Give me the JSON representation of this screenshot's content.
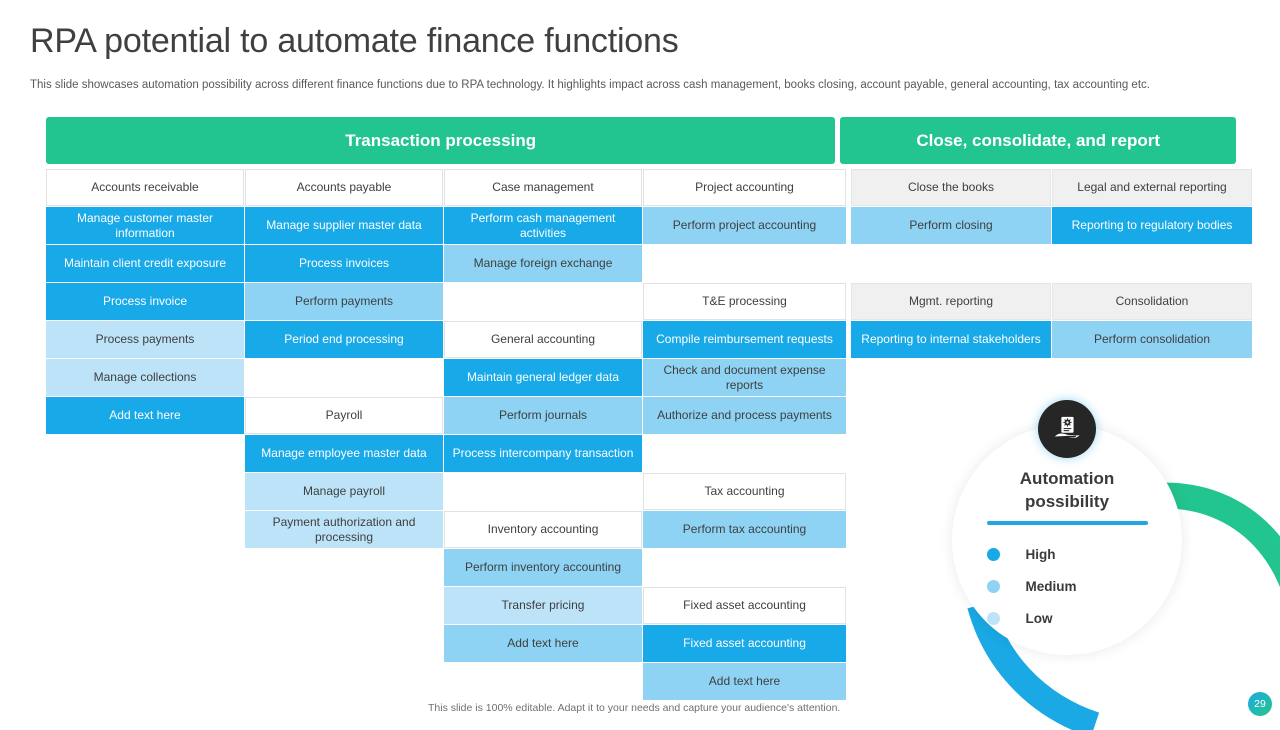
{
  "slide": {
    "title": "RPA potential to automate finance functions",
    "subtitle": "This slide showcases automation possibility across different finance functions due to RPA technology. It highlights impact across cash management, books closing, account payable, general accounting, tax accounting etc.",
    "footer_note": "This slide is 100% editable. Adapt it to your needs and capture your audience's attention.",
    "page_number": "29"
  },
  "colors": {
    "green_header": "#22c58f",
    "high": "#17a9e8",
    "medium": "#8ed3f4",
    "low": "#bce3f8",
    "header_white": "#ffffff",
    "header_gray": "#f0f0f0",
    "accent_underline": "#21a8e0",
    "icon_circle": "#262626"
  },
  "groups": [
    {
      "label": "Transaction processing"
    },
    {
      "label": "Close, consolidate, and report"
    }
  ],
  "columns": [
    {
      "group": 0,
      "header": "Accounts receivable",
      "header_style": "head-white",
      "cells": [
        {
          "text": "Manage customer master information",
          "level": "high"
        },
        {
          "text": "Maintain client credit exposure",
          "level": "high"
        },
        {
          "text": "Process invoice",
          "level": "high"
        },
        {
          "text": "Process payments",
          "level": "low"
        },
        {
          "text": "Manage collections",
          "level": "low"
        },
        {
          "text": "Add text here",
          "level": "high"
        }
      ]
    },
    {
      "group": 0,
      "header": "Accounts payable",
      "header_style": "head-white",
      "cells": [
        {
          "text": "Manage supplier master data",
          "level": "high"
        },
        {
          "text": "Process invoices",
          "level": "high"
        },
        {
          "text": "Perform payments",
          "level": "med"
        },
        {
          "text": "Period end processing",
          "level": "high"
        },
        {
          "text": "",
          "level": "empty"
        },
        {
          "text": "Payroll",
          "level": "head-white"
        },
        {
          "text": "Manage employee master data",
          "level": "high"
        },
        {
          "text": "Manage payroll",
          "level": "low"
        },
        {
          "text": "Payment authorization and processing",
          "level": "low"
        }
      ]
    },
    {
      "group": 0,
      "header": "Case management",
      "header_style": "head-white",
      "cells": [
        {
          "text": "Perform cash management activities",
          "level": "high"
        },
        {
          "text": "Manage foreign exchange",
          "level": "med"
        },
        {
          "text": "",
          "level": "empty"
        },
        {
          "text": "General accounting",
          "level": "head-white"
        },
        {
          "text": "Maintain general ledger data",
          "level": "high"
        },
        {
          "text": "Perform journals",
          "level": "med"
        },
        {
          "text": "Process intercompany transaction",
          "level": "high"
        },
        {
          "text": "",
          "level": "empty"
        },
        {
          "text": "Inventory accounting",
          "level": "head-white"
        },
        {
          "text": "Perform inventory accounting",
          "level": "med"
        },
        {
          "text": "Transfer pricing",
          "level": "low"
        },
        {
          "text": "Add text here",
          "level": "med"
        }
      ]
    },
    {
      "group": 0,
      "header": "Project accounting",
      "header_style": "head-white",
      "cells": [
        {
          "text": "Perform project accounting",
          "level": "med"
        },
        {
          "text": "",
          "level": "empty"
        },
        {
          "text": "T&E processing",
          "level": "head-white"
        },
        {
          "text": "Compile reimbursement requests",
          "level": "high"
        },
        {
          "text": "Check and document expense reports",
          "level": "med"
        },
        {
          "text": "Authorize and process payments",
          "level": "med"
        },
        {
          "text": "",
          "level": "empty"
        },
        {
          "text": "Tax accounting",
          "level": "head-white"
        },
        {
          "text": "Perform tax accounting",
          "level": "med"
        },
        {
          "text": "",
          "level": "empty"
        },
        {
          "text": "Fixed asset accounting",
          "level": "head-white"
        },
        {
          "text": "Fixed asset accounting",
          "level": "high"
        },
        {
          "text": "Add text here",
          "level": "med"
        }
      ]
    },
    {
      "group": 1,
      "header": "Close the books",
      "header_style": "head-gray",
      "cells": [
        {
          "text": "Perform closing",
          "level": "med"
        },
        {
          "text": "",
          "level": "empty"
        },
        {
          "text": "Mgmt. reporting",
          "level": "head-gray"
        },
        {
          "text": "Reporting to internal stakeholders",
          "level": "high"
        }
      ]
    },
    {
      "group": 1,
      "header": "Legal and external reporting",
      "header_style": "head-gray",
      "cells": [
        {
          "text": "Reporting to regulatory bodies",
          "level": "high"
        },
        {
          "text": "",
          "level": "empty"
        },
        {
          "text": "Consolidation",
          "level": "head-gray"
        },
        {
          "text": "Perform consolidation",
          "level": "med"
        }
      ]
    }
  ],
  "legend": {
    "icon": "hand-holding-document-icon",
    "title": "Automation\npossibility",
    "title_line1": "Automation",
    "title_line2": "possibility",
    "items": [
      {
        "label": "High",
        "color": "#17a9e8"
      },
      {
        "label": "Medium",
        "color": "#8ed3f4"
      },
      {
        "label": "Low",
        "color": "#bce3f8"
      }
    ]
  }
}
